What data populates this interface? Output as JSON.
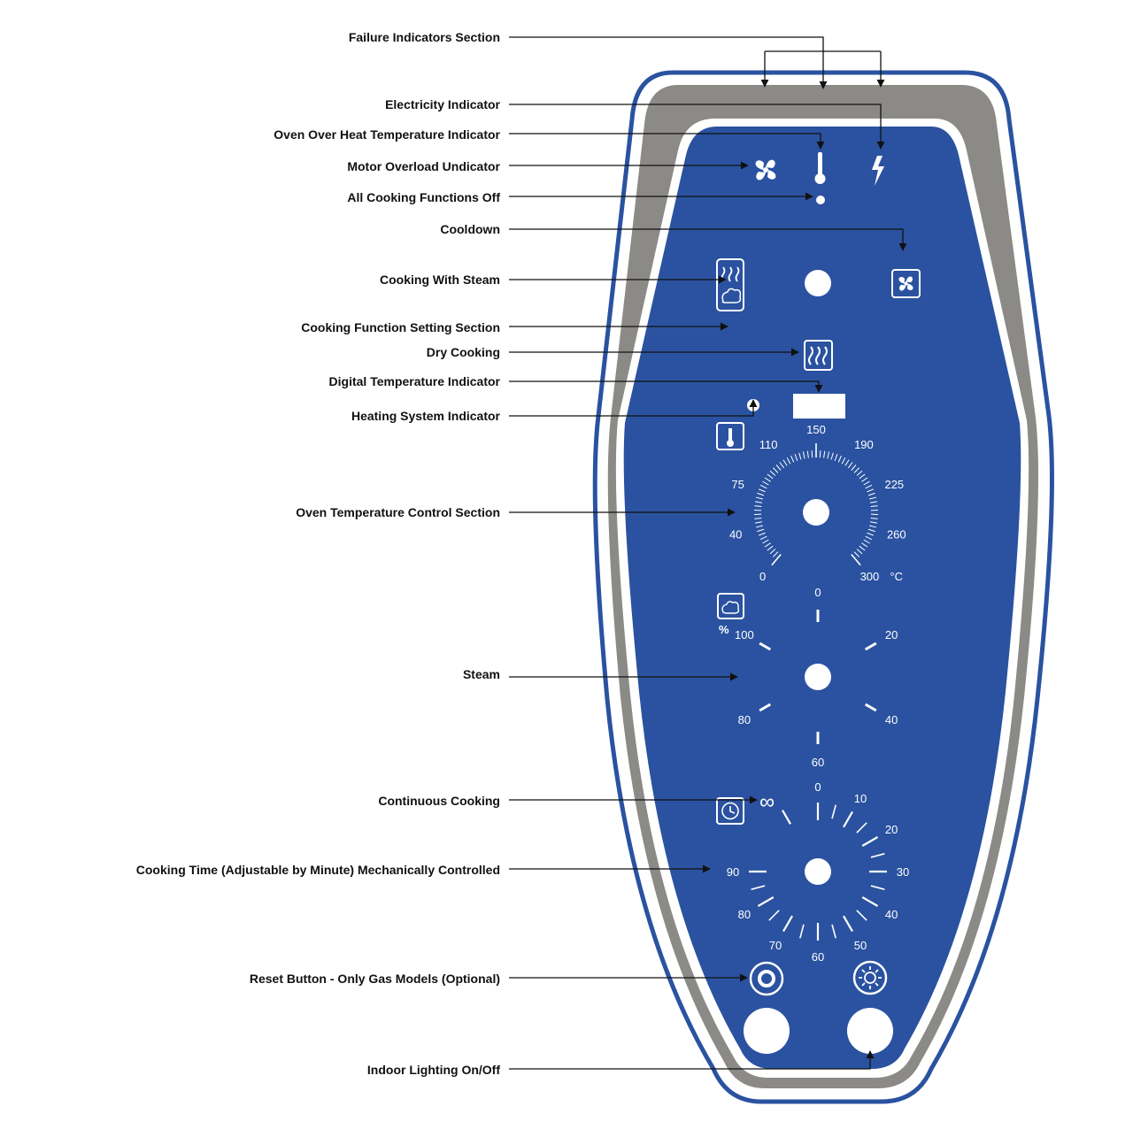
{
  "colors": {
    "panel_blue": "#2a52a0",
    "panel_outline": "#2a52a0",
    "bezel_gray": "#8c8a86",
    "white": "#ffffff",
    "label_text": "#111111",
    "leader_line": "#111111"
  },
  "callouts": [
    {
      "id": "failure-indicators-section",
      "label": "Failure Indicators Section"
    },
    {
      "id": "electricity-indicator",
      "label": "Electricity Indicator"
    },
    {
      "id": "oven-over-heat-temperature-indicator",
      "label": "Oven Over Heat Temperature Indicator"
    },
    {
      "id": "motor-overload-indicator",
      "label": "Motor Overload Undicator"
    },
    {
      "id": "all-cooking-functions-off",
      "label": "All Cooking Functions Off"
    },
    {
      "id": "cooldown",
      "label": "Cooldown"
    },
    {
      "id": "cooking-with-steam",
      "label": "Cooking With Steam"
    },
    {
      "id": "cooking-function-setting-section",
      "label": "Cooking Function Setting Section"
    },
    {
      "id": "dry-cooking",
      "label": "Dry Cooking"
    },
    {
      "id": "digital-temperature-indicator",
      "label": "Digital Temperature Indicator"
    },
    {
      "id": "heating-system-indicator",
      "label": "Heating System Indicator"
    },
    {
      "id": "oven-temperature-control-section",
      "label": "Oven Temperature Control Section"
    },
    {
      "id": "steam",
      "label": "Steam"
    },
    {
      "id": "continuous-cooking",
      "label": "Continuous Cooking"
    },
    {
      "id": "cooking-time",
      "label": "Cooking Time (Adjustable by Minute) Mechanically Controlled"
    },
    {
      "id": "reset-button",
      "label": "Reset Button - Only Gas Models (Optional)"
    },
    {
      "id": "indoor-lighting",
      "label": "Indoor Lighting On/Off"
    }
  ],
  "panel": {
    "temperature_dial": {
      "labels": [
        "0",
        "40",
        "75",
        "110",
        "150",
        "190",
        "225",
        "260",
        "300"
      ],
      "unit": "°C"
    },
    "steam_dial": {
      "percent_symbol": "%",
      "labels": [
        "0",
        "20",
        "40",
        "60",
        "80",
        "100"
      ]
    },
    "timer_dial": {
      "infinity_symbol": "∞",
      "labels": [
        "0",
        "10",
        "20",
        "30",
        "40",
        "50",
        "60",
        "70",
        "80",
        "90"
      ]
    }
  }
}
